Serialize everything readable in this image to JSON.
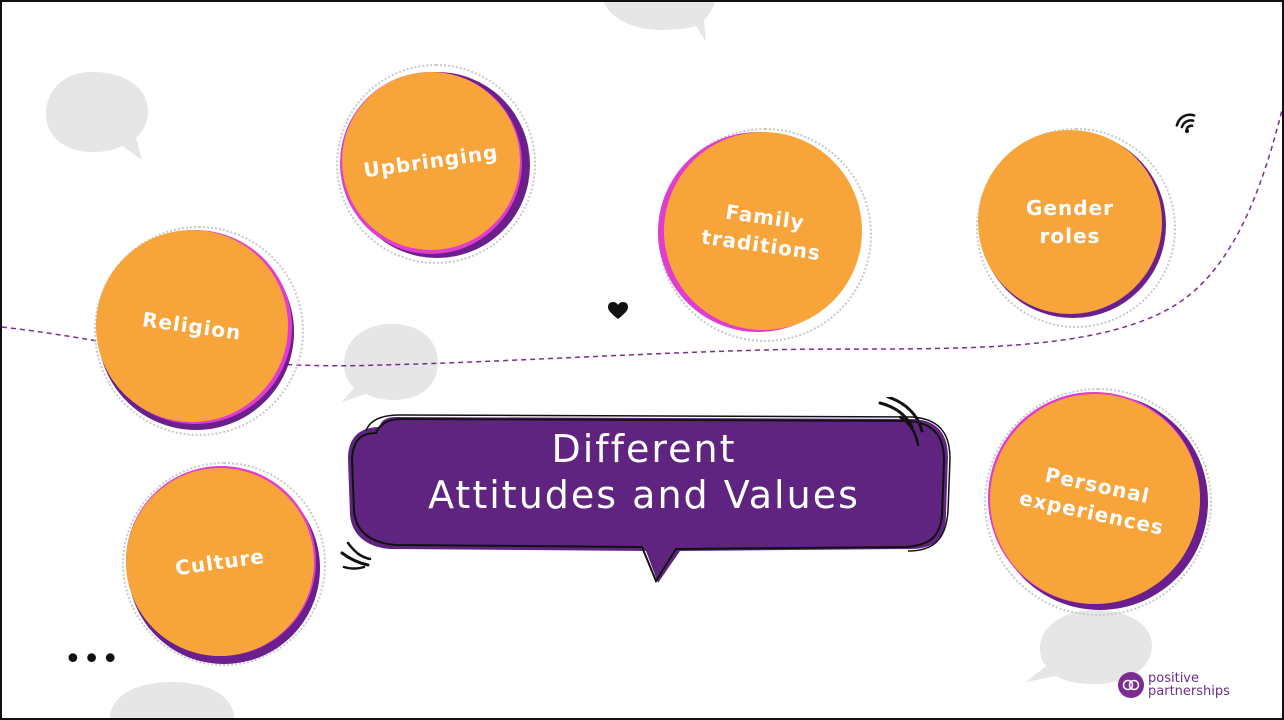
{
  "slide": {
    "title": "Different\nAttitudes and Values",
    "topics": [
      {
        "id": "upbringing",
        "label": "Upbringing"
      },
      {
        "id": "family-traditions",
        "label": "Family\ntraditions"
      },
      {
        "id": "gender-roles",
        "label": "Gender\nroles"
      },
      {
        "id": "religion",
        "label": "Religion"
      },
      {
        "id": "culture",
        "label": "Culture"
      },
      {
        "id": "personal-experiences",
        "label": "Personal\nexperiences"
      }
    ],
    "more_indicator": "•••",
    "logo": {
      "line1": "positive",
      "line2": "partnerships",
      "mark": "pp"
    }
  },
  "colors": {
    "circle_fill": "#F7A43A",
    "circle_shadow": "#6A1F8C",
    "circle_highlight": "#E13BD0",
    "main_bubble": "#5F2480",
    "dashed_line": "#7B2C91",
    "speech_bubble": "#E6E6E6"
  },
  "icons": [
    "speech-bubble-icon",
    "heart-icon",
    "wifi-icon",
    "ellipsis-icon",
    "logo-icon"
  ]
}
